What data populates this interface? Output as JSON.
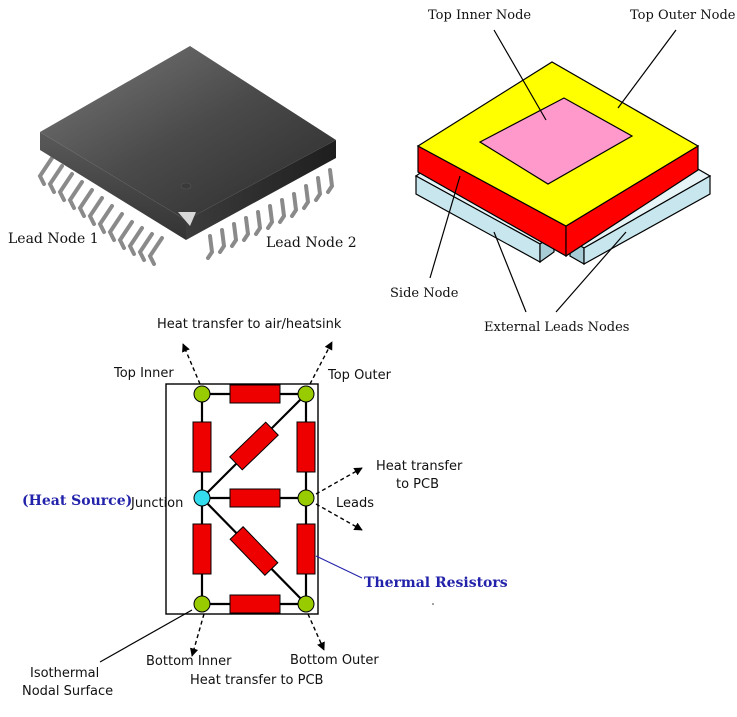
{
  "chip_photo": {
    "lead_node_1": "Lead  Node  1",
    "lead_node_2": "Lead  Node  2"
  },
  "package_3d": {
    "top_inner_node": "Top Inner Node",
    "top_outer_node": "Top Outer Node",
    "side_node": "Side Node",
    "external_leads_nodes": "External Leads Nodes",
    "colors": {
      "top_outer": "#ffff00",
      "top_inner": "#ff99cc",
      "side": "#ff0000",
      "leads": "#c8e6ee"
    }
  },
  "network": {
    "heat_to_air": "Heat transfer to air/heatsink",
    "top_inner": "Top Inner",
    "top_outer": "Top Outer",
    "heat_to_pcb_right_line1": "Heat transfer",
    "heat_to_pcb_right_line2": "to PCB",
    "heat_source": "(Heat Source)",
    "junction": "Junction",
    "leads": "Leads",
    "thermal_resistors": "Thermal Resistors",
    "isothermal_line1": "Isothermal",
    "isothermal_line2": "Nodal Surface",
    "bottom_inner": "Bottom Inner",
    "bottom_outer": "Bottom Outer",
    "heat_to_pcb_bottom": "Heat transfer to PCB",
    "colors": {
      "resistor": "#ee0000",
      "node": "#99cc00",
      "junction_node": "#33ddee",
      "label_blue": "#2222aa"
    }
  }
}
